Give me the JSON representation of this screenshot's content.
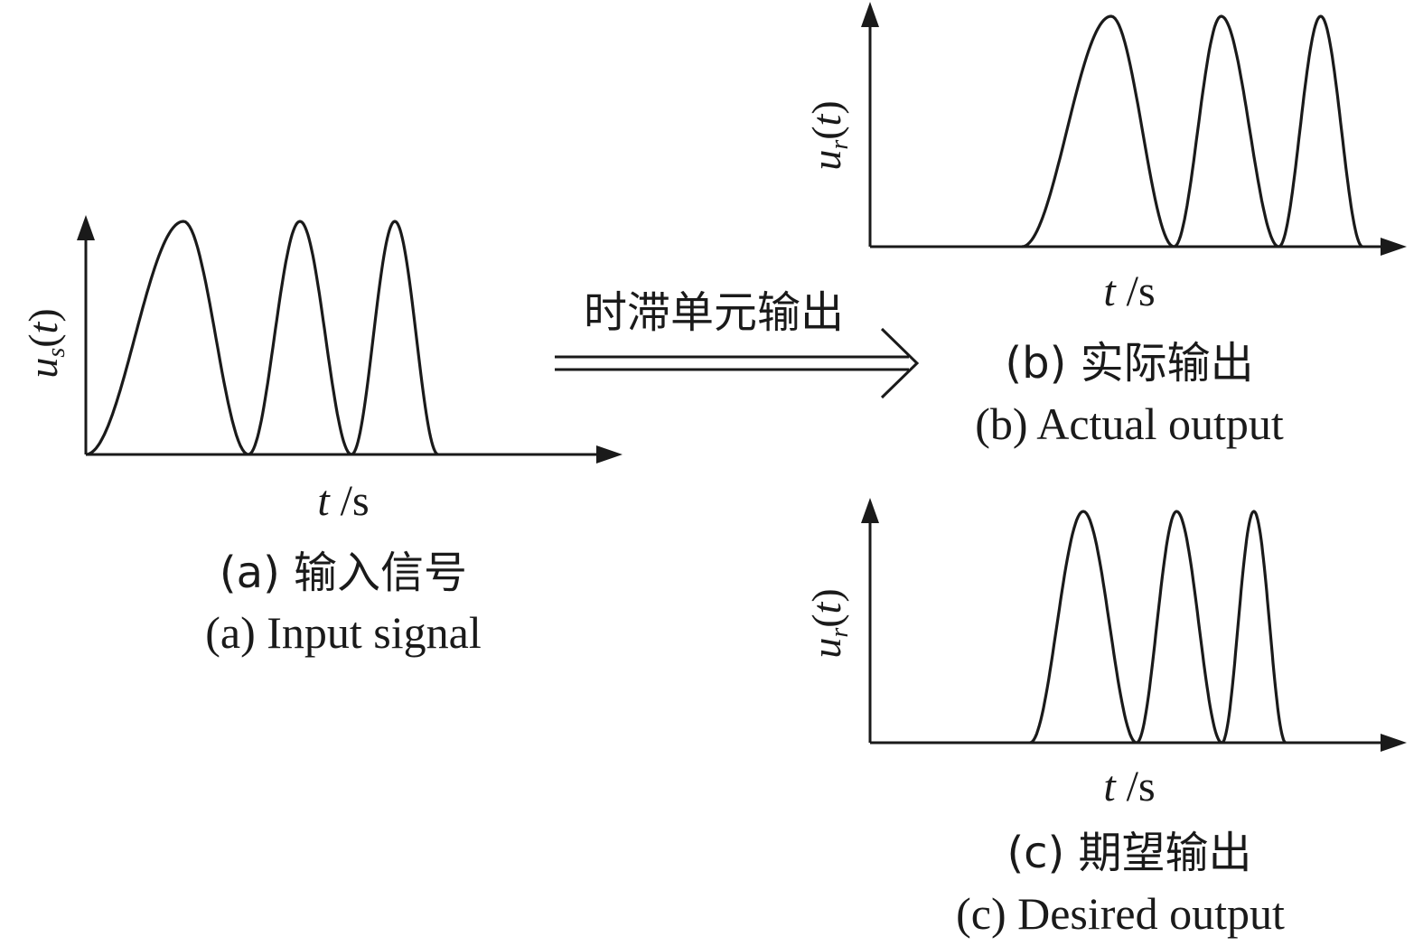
{
  "panels": {
    "a": {
      "y_label": {
        "symbol": "u",
        "subscript": "s",
        "argument": "t"
      },
      "x_label": {
        "symbol": "t",
        "unit": "s"
      },
      "caption_cn": "(a) 输入信号",
      "caption_en": "(a) Input signal"
    },
    "b": {
      "y_label": {
        "symbol": "u",
        "subscript": "r",
        "argument": "t"
      },
      "x_label": {
        "symbol": "t",
        "unit": "s"
      },
      "caption_cn": "(b) 实际输出",
      "caption_en": "(b) Actual output"
    },
    "c": {
      "y_label": {
        "symbol": "u",
        "subscript": "r",
        "argument": "t"
      },
      "x_label": {
        "symbol": "t",
        "unit": "s"
      },
      "caption_cn": "(c) 期望输出",
      "caption_en": "(c) Desired output"
    }
  },
  "transfer_arrow": {
    "label": "时滞单元输出"
  },
  "signals": {
    "a": [
      {
        "start": 0.0,
        "peak": 0.18,
        "end": 0.3
      },
      {
        "start": 0.3,
        "peak": 0.395,
        "end": 0.49
      },
      {
        "start": 0.49,
        "peak": 0.57,
        "end": 0.65
      }
    ],
    "b": [
      {
        "start": 0.29,
        "peak": 0.46,
        "end": 0.58
      },
      {
        "start": 0.58,
        "peak": 0.67,
        "end": 0.78
      },
      {
        "start": 0.78,
        "peak": 0.86,
        "end": 0.94
      }
    ],
    "c": [
      {
        "start": 0.3,
        "peak": 0.4,
        "end": 0.5
      },
      {
        "start": 0.5,
        "peak": 0.575,
        "end": 0.66
      },
      {
        "start": 0.66,
        "peak": 0.72,
        "end": 0.78
      }
    ]
  }
}
